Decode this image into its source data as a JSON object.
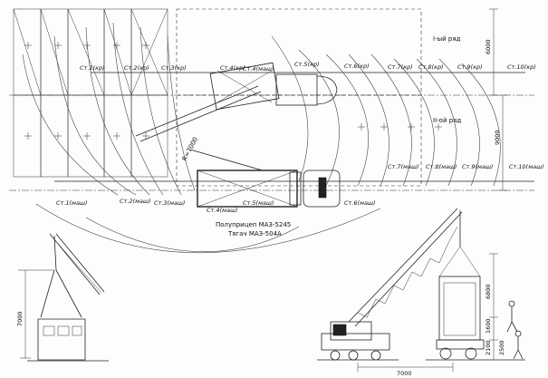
{
  "rows": {
    "row1": "I-ый ряд",
    "row2": "II-ой ряд"
  },
  "vehicle": {
    "trailer": "Полуприцеп МАЗ-5245",
    "tractor": "Тягач МАЗ-504А"
  },
  "radius": "R=7000",
  "dimensions": {
    "d6000": "6000",
    "d9000": "9000",
    "d7000_elev": "7000",
    "d6800": "6800",
    "d1600": "1600",
    "d2100": "2100",
    "d7000_base": "7000",
    "d2500": "2500"
  },
  "stations_top": [
    "Ст.1(кр)",
    "Ст.2(кр)",
    "Ст.3(кр)",
    "Ст.4(кр)",
    "Ст.4(маш)",
    "Ст.5(кр)",
    "Ст.6(кр)",
    "Ст.7(кр)",
    "Ст.8(кр)",
    "Ст.9(кр)",
    "Ст.10(кр)"
  ],
  "stations_bottom": [
    "Ст.1(маш)",
    "Ст.2(маш)",
    "Ст.3(маш)",
    "Ст.4(маш)",
    "Ст.5(маш)",
    "Ст.6(маш)",
    "Ст.7(маш)",
    "Ст.8(маш)",
    "Ст.9(маш)",
    "Ст.10(маш)"
  ]
}
